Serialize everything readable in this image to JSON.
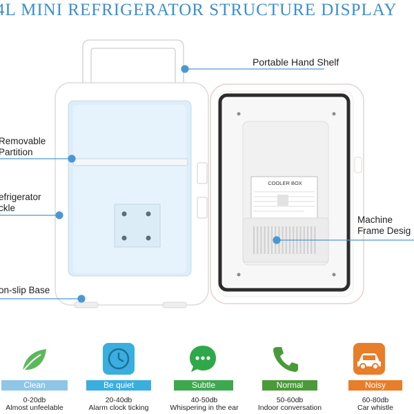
{
  "title": "4L MINI REFRIGERATOR STRUCTURE DISPLAY",
  "callouts": {
    "hand_shelf": "Portable Hand Shelf",
    "partition_line1": "Removable",
    "partition_line2": "Partition",
    "buckle_line1": "efrigerator",
    "buckle_line2": "ckle",
    "base": "on-slip Base",
    "frame_line1": "Machine",
    "frame_line2": "Frame Desig"
  },
  "door_label": "COOLER BOX",
  "noise_levels": [
    {
      "label": "Clean",
      "db": "0-20db",
      "desc": "Almost unfeelable",
      "color": "#8fc6e6",
      "icon": "leaf-icon"
    },
    {
      "label": "Be quiet",
      "db": "20-40db",
      "desc": "Alarm clock ticking",
      "color": "#3aaede",
      "icon": "clock-icon"
    },
    {
      "label": "Subtle",
      "db": "40-50db",
      "desc": "Whispering in the ear",
      "color": "#3ea84f",
      "icon": "chat-bubble-icon"
    },
    {
      "label": "Normal",
      "db": "50-60db",
      "desc": "Indoor conversation",
      "color": "#4a9a38",
      "icon": "phone-icon"
    },
    {
      "label": "Noisy",
      "db": "60-80db",
      "desc": "Car whistle",
      "color": "#e87d2a",
      "icon": "car-icon"
    }
  ]
}
